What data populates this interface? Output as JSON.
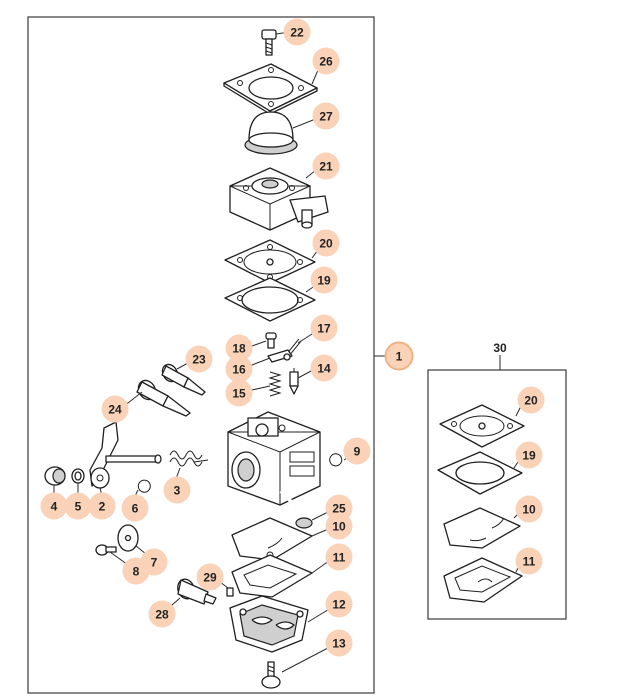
{
  "colors": {
    "callout_fill": "#f9d2b8",
    "callout_ring": "#f0b384",
    "line": "#1f1f1f"
  },
  "callouts": [
    {
      "id": "22",
      "label": "22"
    },
    {
      "id": "26",
      "label": "26"
    },
    {
      "id": "27",
      "label": "27"
    },
    {
      "id": "21",
      "label": "21"
    },
    {
      "id": "20",
      "label": "20"
    },
    {
      "id": "19",
      "label": "19"
    },
    {
      "id": "17",
      "label": "17"
    },
    {
      "id": "18",
      "label": "18"
    },
    {
      "id": "16",
      "label": "16"
    },
    {
      "id": "14",
      "label": "14"
    },
    {
      "id": "15",
      "label": "15"
    },
    {
      "id": "23",
      "label": "23"
    },
    {
      "id": "24",
      "label": "24"
    },
    {
      "id": "9",
      "label": "9"
    },
    {
      "id": "3",
      "label": "3"
    },
    {
      "id": "4",
      "label": "4"
    },
    {
      "id": "5",
      "label": "5"
    },
    {
      "id": "2",
      "label": "2"
    },
    {
      "id": "6",
      "label": "6"
    },
    {
      "id": "25",
      "label": "25"
    },
    {
      "id": "10",
      "label": "10"
    },
    {
      "id": "11",
      "label": "11"
    },
    {
      "id": "7",
      "label": "7"
    },
    {
      "id": "8",
      "label": "8"
    },
    {
      "id": "29",
      "label": "29"
    },
    {
      "id": "28",
      "label": "28"
    },
    {
      "id": "12",
      "label": "12"
    },
    {
      "id": "13",
      "label": "13"
    },
    {
      "id": "1",
      "label": "1"
    },
    {
      "id": "kit-20",
      "label": "20"
    },
    {
      "id": "kit-19",
      "label": "19"
    },
    {
      "id": "kit-10",
      "label": "10"
    },
    {
      "id": "kit-11",
      "label": "11"
    }
  ],
  "kit_label": "30"
}
